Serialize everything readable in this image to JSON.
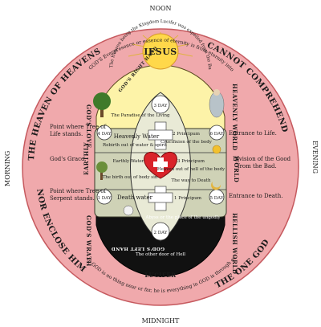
{
  "compass": {
    "top": "NOON",
    "bottom": "MIDNIGHT",
    "left": "MORNING",
    "right": "EVENING"
  },
  "ring": {
    "top_left": "THE HEAVEN OF HEAVENS",
    "top_right": "CANNOT COMPREHEND",
    "bottom_left": "NOR ENCLOSE HIM",
    "bottom_right": "THE ONE GOD",
    "top_arc": "GOD'S Everpresence or essence of eternity is from eternity into eternal eternity.",
    "bottom_arc": "In GOD is no thing near or far, he is everything in GOD is through everything everywhere."
  },
  "center": {
    "sun_label": "IESUS",
    "sun_text": "The Heaven being the Kingdom Lucifer was expelled from the Burning Fire",
    "gods_right_hand": "GOD'S RIGHT HAND",
    "gods_left_hand": "GOD'S LEFT HAND",
    "lucifer": "LUCIFER",
    "gods_love": "GOD'S LOVE",
    "gods_wrath": "GOD'S WRATH",
    "heaven_world": "HEAVENLY WORLD",
    "hellish_world": "HELLISH WORLD",
    "earthly_world": "EARTHLY",
    "world": "WORLD",
    "day3": "3 DAY",
    "day4": "4 DAY",
    "day6": "6 DAY",
    "day1": "1 DAY",
    "day5": "5 DAY",
    "day2": "2 DAY",
    "paradise": "The Paradise of the Living",
    "heavenly_water": "Heavenly Water",
    "rebirth": "Rebirth out of water & spirit",
    "principium2": "2 Principum",
    "crucifixion": "Crucifixion of the body",
    "earthly_water": "Earthly Water",
    "birth_body": "The birth out of body sin",
    "principium3": "3 Principum",
    "heaven_hell": "Heaven out of hell of the body",
    "death_water": "Death water",
    "principium1": "1 Principum",
    "way_death": "The way to Death",
    "abyss": "Abyss or the place of the ungodly",
    "bottom_text": "The other door of Hell"
  },
  "labels": {
    "tree_life": "Point where Tree of Life stands.",
    "gods_grace": "God's Grace.",
    "tree_serpent": "Point where Tree of Serpent stands.",
    "entrance_life": "Entrance to Life.",
    "division": "Division of the Good from the Bad.",
    "entrance_death": "Entrance to Death."
  },
  "colors": {
    "ring_pink": "#f0a9ac",
    "heaven_yellow": "#fdf3a8",
    "earth_green": "#d8dcc2",
    "earth_gray": "#c9c9b8",
    "hell_black": "#111111",
    "heart_red": "#d9232a"
  }
}
